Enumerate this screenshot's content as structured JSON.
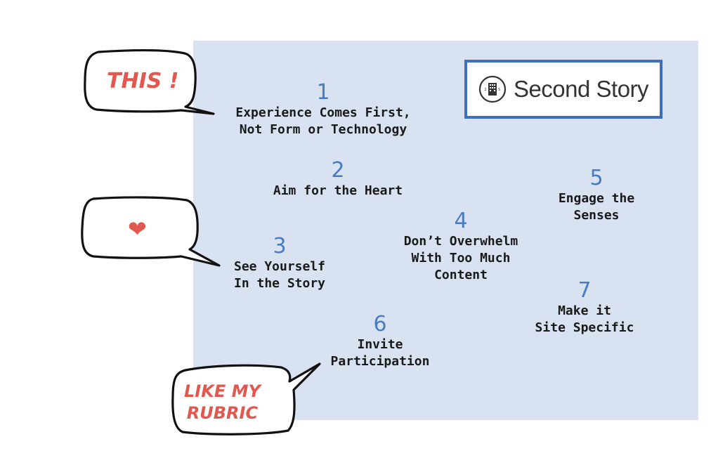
{
  "brand": {
    "name": "Second Story",
    "mark_letters": [
      "2",
      "S"
    ]
  },
  "principles": [
    {
      "number": "1",
      "title": "Experience Comes First,\nNot Form or Technology"
    },
    {
      "number": "2",
      "title": "Aim for the Heart"
    },
    {
      "number": "3",
      "title": "See Yourself\nIn the Story"
    },
    {
      "number": "4",
      "title": "Don’t Overwhelm\nWith Too Much\nContent"
    },
    {
      "number": "5",
      "title": "Engage the\nSenses"
    },
    {
      "number": "6",
      "title": "Invite\nParticipation"
    },
    {
      "number": "7",
      "title": "Make it\nSite Specific"
    }
  ],
  "bubbles": {
    "top": "THIS !",
    "middle_icon": "heart-icon",
    "bottom": "LIKE MY\nRUBRIC"
  },
  "colors": {
    "panel": "#d8e2f1",
    "number": "#4a7cc2",
    "logo_border": "#3c6fbf",
    "annotation": "#e0584f"
  }
}
